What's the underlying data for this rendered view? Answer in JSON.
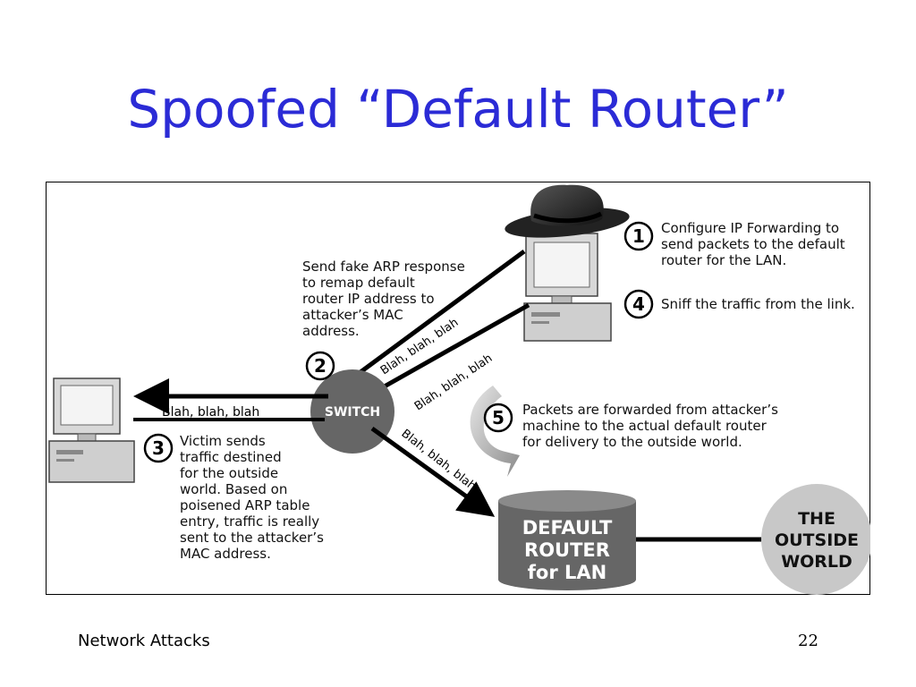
{
  "slide": {
    "title": "Spoofed “Default Router”",
    "footer_left": "Network Attacks",
    "page_number": "22"
  },
  "diagram": {
    "switch_label": "SWITCH",
    "blah": "Blah, blah, blah",
    "router_lines": [
      "DEFAULT",
      "ROUTER",
      "for LAN"
    ],
    "world_lines": [
      "THE",
      "OUTSIDE",
      "WORLD"
    ],
    "steps": [
      {
        "number": "1",
        "lines": [
          "Configure IP Forwarding to",
          "send packets to the default",
          "router for the LAN."
        ]
      },
      {
        "number": "2",
        "lines": [
          "Send fake ARP response",
          "to remap default",
          "router IP address to",
          "attacker’s MAC",
          "address."
        ]
      },
      {
        "number": "3",
        "lines": [
          "Victim sends",
          "traffic destined",
          "for the outside",
          "world. Based on",
          "poisened ARP table",
          "entry, traffic is really",
          "sent to the attacker’s",
          "MAC address."
        ]
      },
      {
        "number": "4",
        "lines": [
          "Sniff the traffic from the link."
        ]
      },
      {
        "number": "5",
        "lines": [
          "Packets are forwarded from attacker’s",
          "machine to the actual default router",
          "for delivery to the outside world."
        ]
      }
    ]
  }
}
